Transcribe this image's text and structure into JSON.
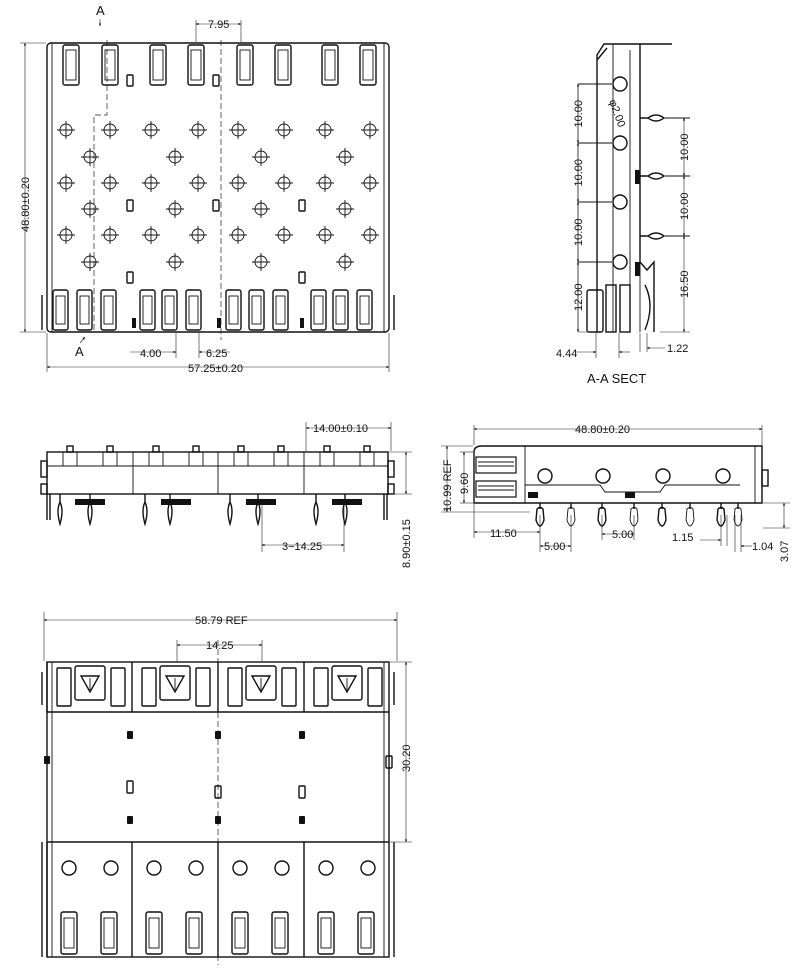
{
  "views": {
    "top": {
      "section_marker_top": "A",
      "section_marker_bottom": "A",
      "pitch_top": "7.95",
      "height": "48.80±0.20",
      "dim_left": "4.00",
      "dim_right": "6.25",
      "width": "57.25±0.20"
    },
    "section": {
      "title": "A-A  SECT",
      "hole_diameter": "φ2.00",
      "left_dims": [
        "10.00",
        "10.00",
        "10.00",
        "12.00"
      ],
      "right_dims": [
        "10.00",
        "10.00",
        "16.50"
      ],
      "bottom_left": "4.44",
      "bottom_right": "1.22"
    },
    "front": {
      "port_width": "14.00±0.10",
      "pin_spacing": "3−14.25",
      "height": "8.90±0.15"
    },
    "side": {
      "length": "48.80±0.20",
      "ref_height": "10.99 REF",
      "height": "9.60",
      "offset": "11.50",
      "pitch1": "5.00",
      "pitch2": "5.00",
      "d1": "1.15",
      "d2": "1.04",
      "d3": "3.07"
    },
    "bottom": {
      "overall": "58.79  REF",
      "pitch": "14.25",
      "height": "30.20"
    }
  }
}
